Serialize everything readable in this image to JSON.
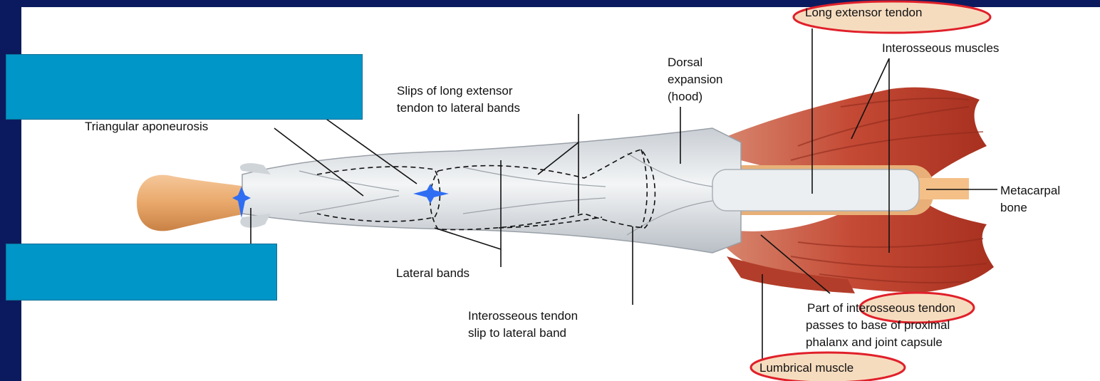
{
  "labels": {
    "long_extensor_tendon": "Long extensor tendon",
    "interosseous_muscles": "Interosseous muscles",
    "dorsal_expansion": "Dorsal\nexpansion\n(hood)",
    "slips_long_extensor": "Slips of long extensor\ntendon to lateral bands",
    "triangular_aponeurosis": "Triangular aponeurosis",
    "metacarpal_bone": "Metacarpal\nbone",
    "lateral_bands": "Lateral bands",
    "interosseous_tendon_slip": "Interosseous tendon\nslip to lateral band",
    "part_of": "Part of ",
    "interosseous_word": "interosseous",
    "tendon_word": " tendon",
    "passes_to_base": "passes to base of proximal\nphalanx and joint capsule",
    "lumbrical_muscle": "Lumbrical muscle"
  },
  "colors": {
    "background": "#0b1a5e",
    "highlight_ellipse": "#e0202a",
    "highlight_fill": "#f6dcbf",
    "cover_box": "#0096c7",
    "marker_star": "#2f6df2",
    "muscle": "#c44a35",
    "bone": "#e9a86a",
    "tendon": "#e4e7ea"
  }
}
